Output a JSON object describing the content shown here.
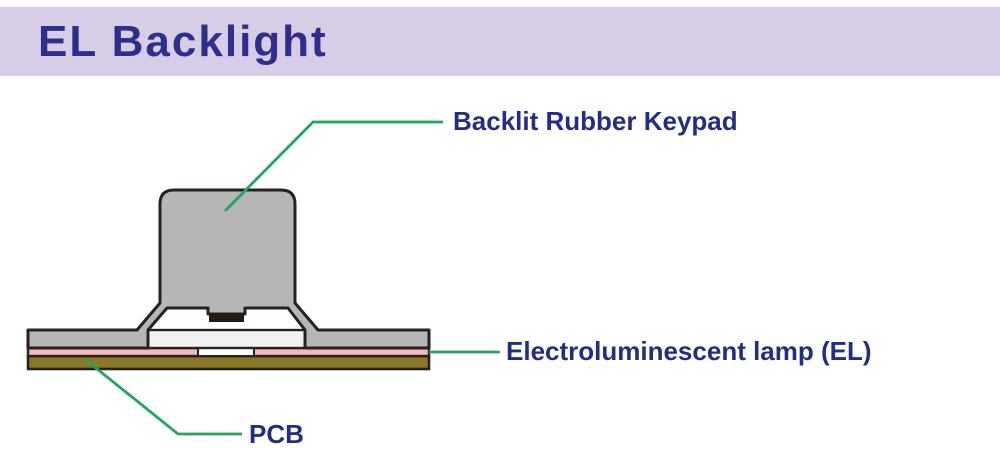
{
  "header": {
    "title": "EL Backlight"
  },
  "labels": {
    "keypad": "Backlit Rubber Keypad",
    "el": "Electroluminescent lamp (EL)",
    "pcb": "PCB"
  },
  "diagram": {
    "type": "cross-section",
    "parts": [
      {
        "name": "backlit-rubber-keypad",
        "color_key": "rubber_gray"
      },
      {
        "name": "key-contact-pad",
        "color_key": "contact_black"
      },
      {
        "name": "key-air-gap",
        "color_key": "air_gap"
      },
      {
        "name": "electroluminescent-lamp",
        "color_key": "el_pink"
      },
      {
        "name": "el-lamp-contact-window",
        "color_key": "cavity_white"
      },
      {
        "name": "pcb",
        "color_key": "pcb_brown"
      }
    ]
  },
  "theme": {
    "page_bg": "#ffffff",
    "header_bg": "#d7cde6",
    "header_text": "#2e2f8d",
    "label_text": "#232d84",
    "leader_line": "#22a55e",
    "outline": "#272122",
    "rubber_gray": "#b5b6b5",
    "cavity_white": "#ffffff",
    "air_gap": "#f1f1f1",
    "el_pink": "#f5b9bb",
    "pcb_brown": "#8a7725",
    "contact_black": "#241b16"
  }
}
